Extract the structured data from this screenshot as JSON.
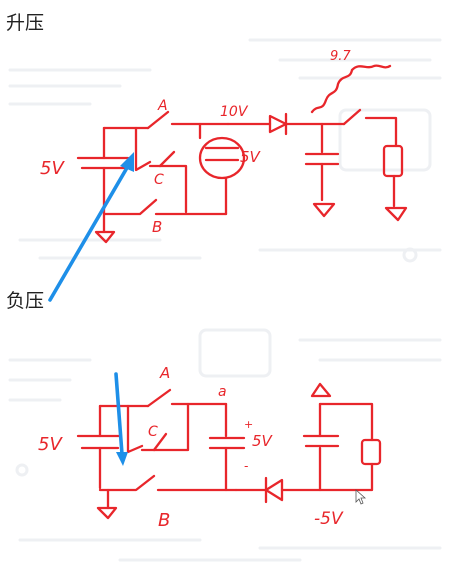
{
  "headings": {
    "boost": "升压",
    "negative": "负压"
  },
  "boost_circuit": {
    "labels": {
      "source": "5V",
      "switch_a": "A",
      "switch_b": "B",
      "switch_c": "C",
      "node_voltage": "10V",
      "cap_voltage": "5V",
      "resistor_value": "9.7"
    }
  },
  "negative_circuit": {
    "labels": {
      "source": "5V",
      "switch_a": "A",
      "switch_b": "B",
      "switch_c": "C",
      "top_label": "a",
      "cap_voltage": "5V",
      "cap_plus": "+",
      "cap_minus": "-",
      "output_voltage": "-5V"
    }
  },
  "colors": {
    "sketch": "#e8262b",
    "arrow": "#1e8fe8",
    "heading_text": "#222222"
  },
  "icons": {
    "cursor": "mouse-pointer-icon"
  }
}
